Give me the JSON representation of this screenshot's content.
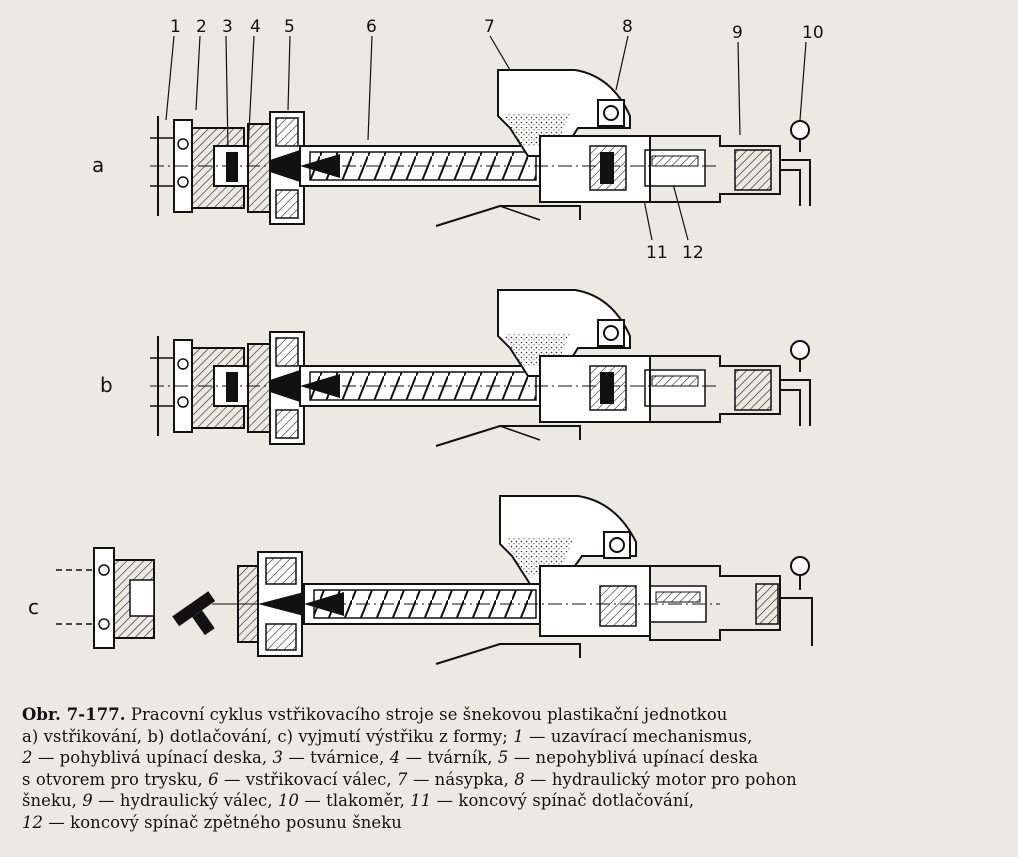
{
  "figure": {
    "part_numbers": [
      "1",
      "2",
      "3",
      "4",
      "5",
      "6",
      "7",
      "8",
      "9",
      "10",
      "11",
      "12"
    ],
    "row_labels": [
      "a",
      "b",
      "c"
    ]
  },
  "caption": {
    "title": "Obr. 7-177.",
    "title_rest": "Pracovní cyklus vstřikovacího stroje se šnekovou plastikační jednotkou",
    "line2": "a) vstřikování, b) dotlačování, c) vyjmutí výstřiku z formy;",
    "n1": "1",
    "t1": "— uzavírací mechanismus,",
    "n2": "2",
    "t2": "— pohyblivá upínací deska,",
    "n3": "3",
    "t3": "— tvárnice,",
    "n4": "4",
    "t4": "— tvárník,",
    "n5": "5",
    "t5": "— nepohyblivá upínací deska",
    "t5b": "s otvorem pro trysku,",
    "n6": "6",
    "t6": "— vstřikovací válec,",
    "n7": "7",
    "t7": "— násypka,",
    "n8": "8",
    "t8": "— hydraulický motor pro pohon",
    "t8b": "šneku,",
    "n9": "9",
    "t9": "— hydraulický válec,",
    "n10": "10",
    "t10": "— tlakoměr,",
    "n11": "11",
    "t11": "— koncový spínač dotlačování,",
    "n12": "12",
    "t12": "— koncový spínač zpětného posunu šneku"
  }
}
